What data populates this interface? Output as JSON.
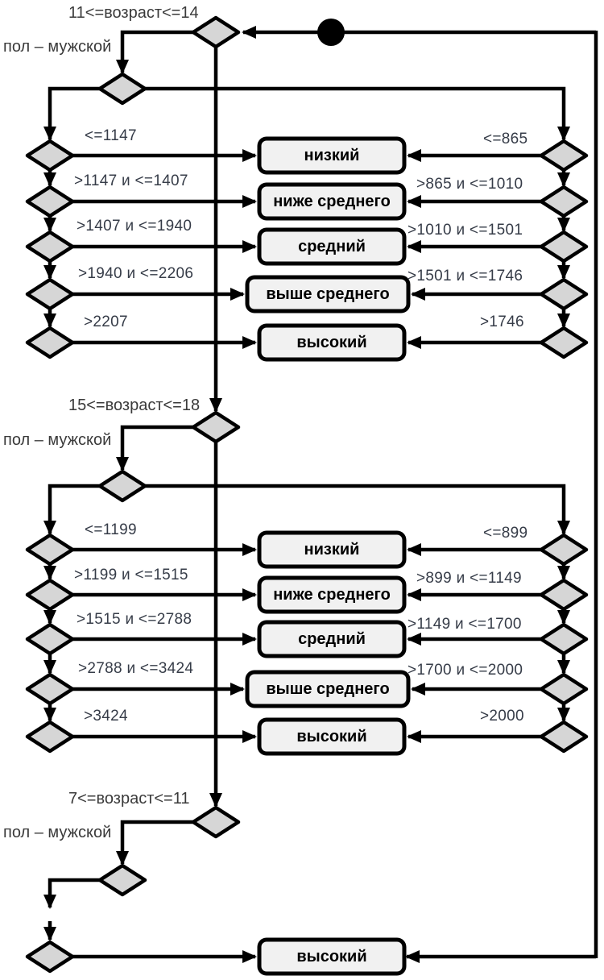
{
  "colors": {
    "line": "#000000",
    "diamond_fill": "#d6d6d6",
    "box_fill": "#f1f1f1",
    "condition_text": "#363c48"
  },
  "sections": [
    {
      "age_condition": "11<=возраст<=14",
      "gender_condition": "пол – мужской",
      "male_thresholds": [
        "<=1147",
        ">1147 и <=1407",
        ">1407 и <=1940",
        ">1940 и <=2206",
        ">2207"
      ],
      "female_thresholds": [
        "<=865",
        ">865 и <=1010",
        ">1010 и <=1501",
        ">1501 и <=1746",
        ">1746"
      ],
      "categories": [
        "низкий",
        "ниже среднего",
        "средний",
        "выше среднего",
        "высокий"
      ]
    },
    {
      "age_condition": "15<=возраст<=18",
      "gender_condition": "пол – мужской",
      "male_thresholds": [
        "<=1199",
        ">1199 и <=1515",
        ">1515 и <=2788",
        ">2788 и <=3424",
        ">3424"
      ],
      "female_thresholds": [
        "<=899",
        ">899 и <=1149",
        ">1149 и <=1700",
        ">1700 и <=2000",
        ">2000"
      ],
      "categories": [
        "низкий",
        "ниже среднего",
        "средний",
        "выше среднего",
        "высокий"
      ]
    },
    {
      "age_condition": "7<=возраст<=11",
      "gender_condition": "пол – мужской",
      "categories": [
        "высокий"
      ]
    }
  ]
}
